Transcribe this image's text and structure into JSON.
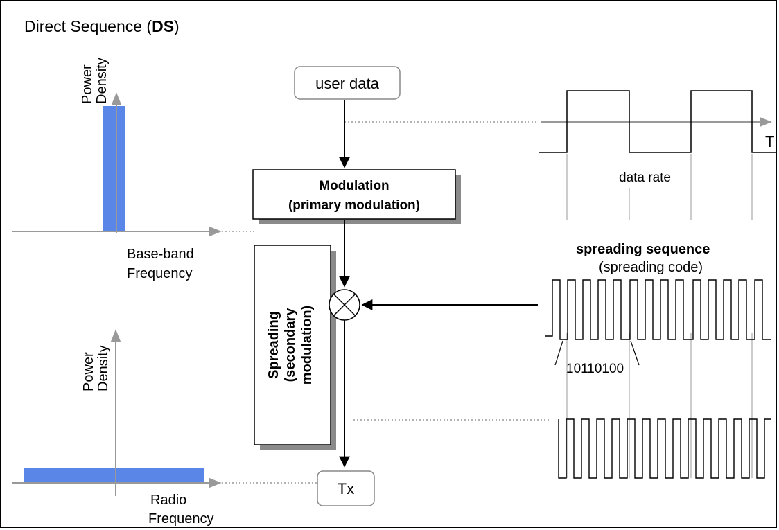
{
  "title": {
    "prefix": "Direct Sequence (",
    "emphasis": "DS",
    "suffix": ")"
  },
  "baseband_plot": {
    "y_label_line1": "Power",
    "y_label_line2": "Density",
    "x_label_line1": "Base-band",
    "x_label_line2": "Frequency"
  },
  "radio_plot": {
    "y_label_line1": "Power",
    "y_label_line2": "Density",
    "x_label_line1": "Radio",
    "x_label_line2": "Frequency"
  },
  "blocks": {
    "user_data": "user data",
    "modulation_line1": "Modulation",
    "modulation_line2": "(primary modulation)",
    "spreading_line1": "Spreading",
    "spreading_line2": "(secondary",
    "spreading_line3": "modulation)",
    "tx": "Tx"
  },
  "signals": {
    "time_axis_label": "T",
    "data_rate_label": "data rate",
    "spreading_title": "spreading sequence",
    "spreading_subtitle": "(spreading code)",
    "code_example": "10110100"
  },
  "colors": {
    "spectrum_fill": "#5a86e8",
    "axis": "#999999",
    "shadow": "#8a8a8a",
    "line": "#000000"
  },
  "icons": {
    "mixer": "circled-times-icon"
  }
}
